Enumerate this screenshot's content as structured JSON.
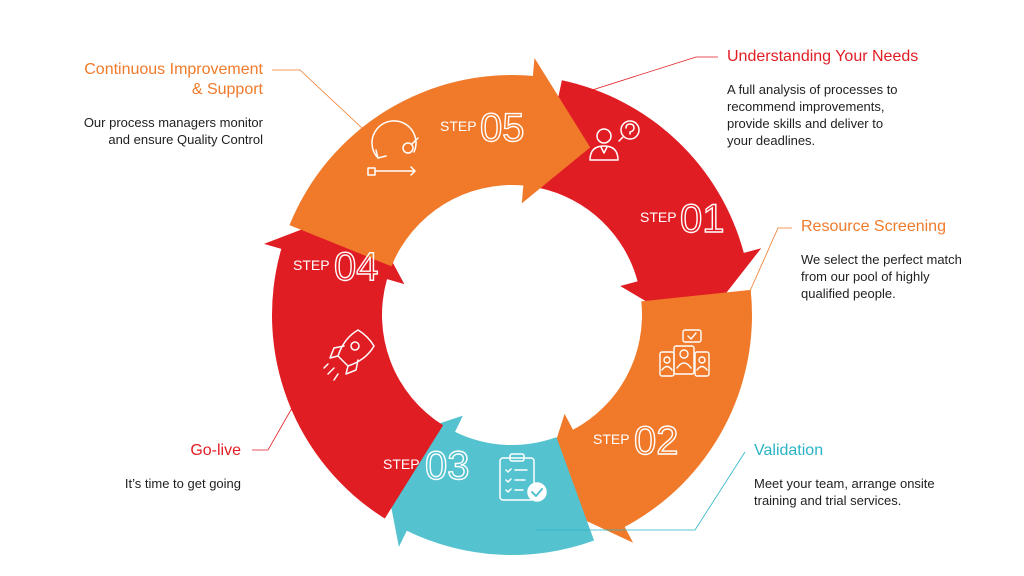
{
  "colors": {
    "red": "#e11d24",
    "dark_red": "#c8171e",
    "orange": "#f07a2a",
    "dark_orange": "#e4641c",
    "teal": "#55c2cf",
    "accent_teal": "#2ab3c6"
  },
  "steps": [
    {
      "step_word": "STEP",
      "number": "01",
      "icon": "person-question-icon",
      "title": "Understanding Your Needs",
      "description": [
        "A full analysis of processes to",
        "recommend improvements,",
        "provide skills and deliver to",
        "your deadlines."
      ]
    },
    {
      "step_word": "STEP",
      "number": "02",
      "icon": "candidate-pool-icon",
      "title": "Resource Screening",
      "description": [
        "We select the perfect match",
        "from our pool of highly",
        "qualified people."
      ]
    },
    {
      "step_word": "STEP",
      "number": "03",
      "icon": "checklist-icon",
      "title": "Validation",
      "description": [
        "Meet your team, arrange onsite",
        "training and trial services."
      ]
    },
    {
      "step_word": "STEP",
      "number": "04",
      "icon": "rocket-icon",
      "title": "Go-live",
      "description": [
        "It’s time to get going"
      ]
    },
    {
      "step_word": "STEP",
      "number": "05",
      "icon": "cycle-process-icon",
      "title": "Continuous Improvement",
      "title_line2": "& Support",
      "description": [
        "Our process managers monitor",
        "and ensure Quality Control"
      ]
    }
  ]
}
